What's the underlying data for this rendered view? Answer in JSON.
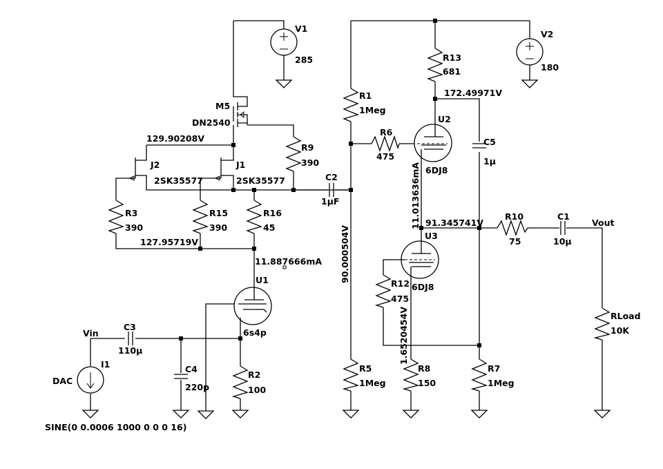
{
  "parts": {
    "V1": {
      "name": "V1",
      "value": "285"
    },
    "V2": {
      "name": "V2",
      "value": "180"
    },
    "M5": {
      "name": "M5",
      "model": "DN2540"
    },
    "R9": {
      "name": "R9",
      "value": "390"
    },
    "J1": {
      "name": "J1",
      "model": "2SK35577"
    },
    "J2": {
      "name": "J2",
      "model": "2SK35577"
    },
    "R3": {
      "name": "R3",
      "value": "390"
    },
    "R15": {
      "name": "R15",
      "value": "390"
    },
    "R16": {
      "name": "R16",
      "value": "45"
    },
    "U1": {
      "name": "U1",
      "model": "6s4p"
    },
    "R2": {
      "name": "R2",
      "value": "100"
    },
    "C3": {
      "name": "C3",
      "value": "110µ"
    },
    "C4": {
      "name": "C4",
      "value": "220p"
    },
    "I1": {
      "name": "I1",
      "label": "DAC",
      "spec": "SINE(0 0.0006 1000 0 0 0 16)"
    },
    "C2": {
      "name": "C2",
      "value": "1µF"
    },
    "R1": {
      "name": "R1",
      "value": "1Meg"
    },
    "R5": {
      "name": "R5",
      "value": "1Meg"
    },
    "R6": {
      "name": "R6",
      "value": "475"
    },
    "R13": {
      "name": "R13",
      "value": "681"
    },
    "U2": {
      "name": "U2",
      "model": "6DJ8"
    },
    "U3": {
      "name": "U3",
      "model": "6DJ8"
    },
    "C5": {
      "name": "C5",
      "value": "1µ"
    },
    "R12": {
      "name": "R12",
      "value": "475"
    },
    "R8": {
      "name": "R8",
      "value": "150"
    },
    "R7": {
      "name": "R7",
      "value": "1Meg"
    },
    "R10": {
      "name": "R10",
      "value": "75"
    },
    "C1": {
      "name": "C1",
      "value": "10µ"
    },
    "RLoad": {
      "name": "RLoad",
      "value": "10K"
    }
  },
  "nets": {
    "vin": "Vin",
    "vout": "Vout"
  },
  "readouts": {
    "v_jfet_drain": "129.90208V",
    "v_jfet_source": "127.95719V",
    "i_u1": "11.887666mA",
    "v_grid": "90.000504V",
    "v_u2_cathode": "172.49971V",
    "i_u2": "11.013636mA",
    "v_output": "91.345741V",
    "v_u3_cathode": "1.6520454V"
  }
}
